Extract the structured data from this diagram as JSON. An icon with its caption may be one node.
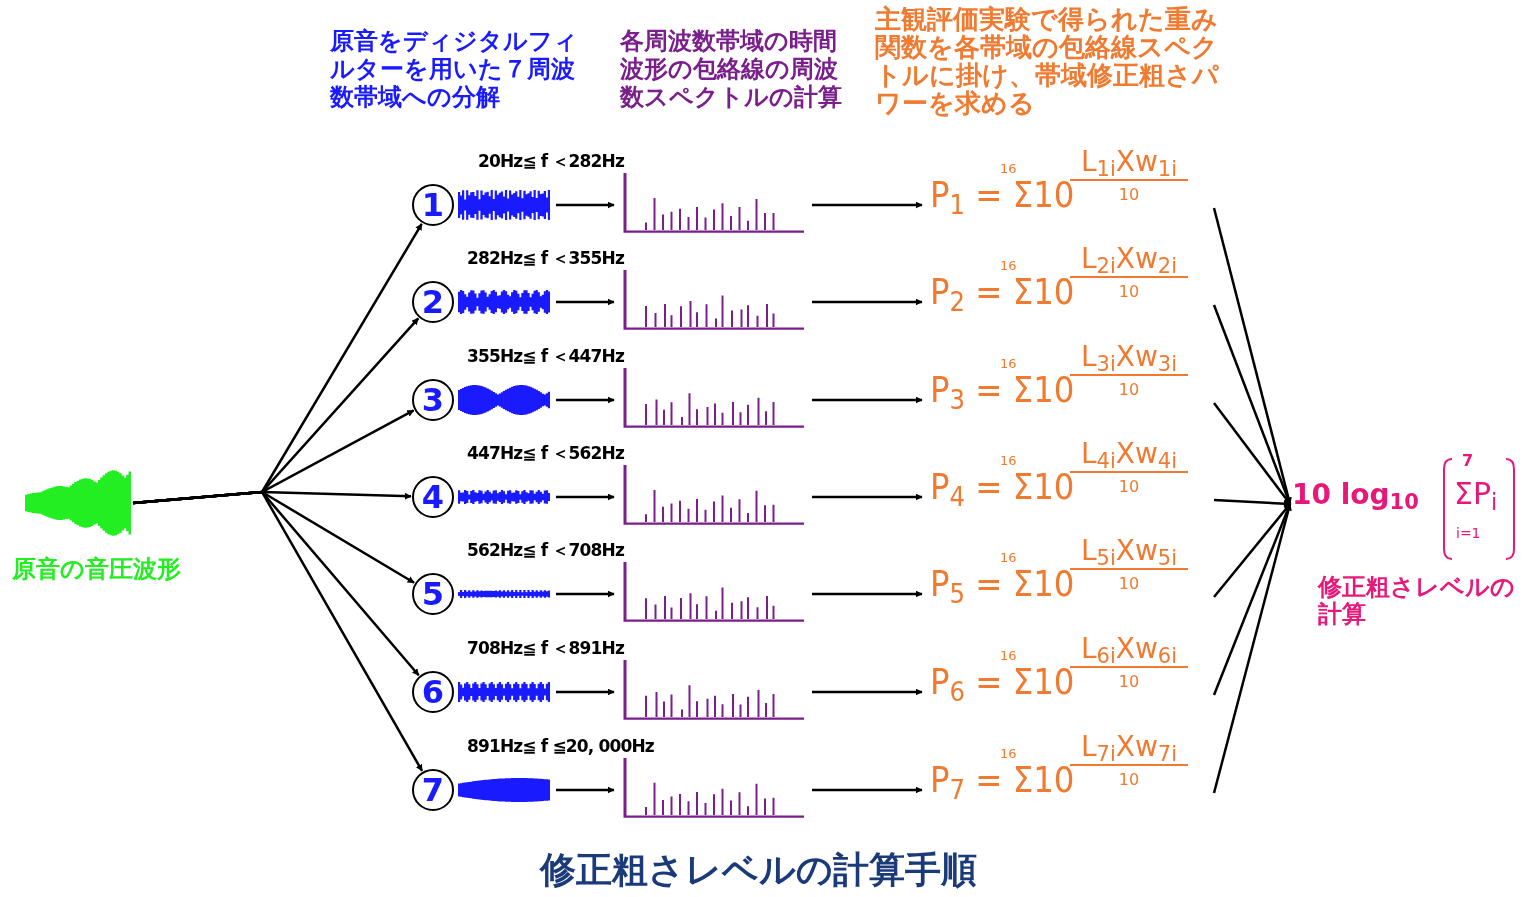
{
  "diagram": {
    "title": "修正粗さレベルの計算手順",
    "nodes": [
      {
        "text": [],
        "shape": "picture",
        "beside": [
          "原音の音圧波形"
        ]
      },
      {
        "text": [
          "1"
        ]
      },
      {
        "text": [],
        "shape": "picture"
      },
      {
        "text": [],
        "shape": "picture"
      },
      {
        "text": [
          "16",
          "P$_{1}$ = Σ10",
          "L$_{1i}$Xw$_{1i}$",
          "10"
        ]
      },
      {
        "text": [
          "2"
        ]
      },
      {
        "text": [],
        "shape": "picture"
      },
      {
        "text": [],
        "shape": "picture"
      },
      {
        "text": [
          "16",
          "P$_{2}$ = Σ10",
          "L$_{2i}$Xw$_{2i}$",
          "10"
        ]
      },
      {
        "text": [
          "3"
        ]
      },
      {
        "text": [],
        "shape": "picture"
      },
      {
        "text": [],
        "shape": "picture"
      },
      {
        "text": [
          "16",
          "P$_{3}$ = Σ10",
          "L$_{3i}$Xw$_{3i}$",
          "10"
        ]
      },
      {
        "text": [
          "4"
        ]
      },
      {
        "text": [],
        "shape": "picture"
      },
      {
        "text": [],
        "shape": "picture"
      },
      {
        "text": [
          "16",
          "P$_{4}$ = Σ10",
          "L$_{4i}$Xw$_{4i}$",
          "10"
        ]
      },
      {
        "text": [
          "5"
        ]
      },
      {
        "text": [],
        "shape": "picture"
      },
      {
        "text": [],
        "shape": "picture"
      },
      {
        "text": [
          "16",
          "P$_{5}$ = Σ10",
          "L$_{5i}$Xw$_{5i}$",
          "10"
        ]
      },
      {
        "text": [
          "6"
        ]
      },
      {
        "text": [],
        "shape": "picture"
      },
      {
        "text": [],
        "shape": "picture"
      },
      {
        "text": [
          "16",
          "P$_{6}$ = Σ10",
          "L$_{6i}$Xw$_{6i}$",
          "10"
        ]
      },
      {
        "text": [
          "7"
        ]
      },
      {
        "text": [],
        "shape": "picture"
      },
      {
        "text": [],
        "shape": "picture"
      },
      {
        "text": [
          "16",
          "P$_{7}$ = Σ10",
          "L$_{7i}$Xw$_{7i}$",
          "10"
        ]
      },
      {
        "text": [
          "7",
          "10 log$_{10}$",
          "ΣP$_{i}$",
          "i=1"
        ],
        "beside": [
          "修正粗さレベルの計算"
        ]
      }
    ],
    "edges": [
      {
        "from": 0,
        "to": 1,
        "arrow": "to"
      },
      {
        "from": 0,
        "to": 5,
        "arrow": "to"
      },
      {
        "from": 0,
        "to": 9,
        "arrow": "to"
      },
      {
        "from": 0,
        "to": 13,
        "arrow": "to"
      },
      {
        "from": 0,
        "to": 17,
        "arrow": "to"
      },
      {
        "from": 0,
        "to": 21,
        "arrow": "to"
      },
      {
        "from": 0,
        "to": 25,
        "arrow": "to"
      },
      {
        "from": 2,
        "to": 3,
        "arrow": "to"
      },
      {
        "from": 6,
        "to": 7,
        "arrow": "to"
      },
      {
        "from": 10,
        "to": 11,
        "arrow": "to"
      },
      {
        "from": 14,
        "to": 15,
        "arrow": "to"
      },
      {
        "from": 18,
        "to": 19,
        "arrow": "to"
      },
      {
        "from": 22,
        "to": 23,
        "arrow": "to"
      },
      {
        "from": 26,
        "to": 27,
        "arrow": "to"
      },
      {
        "from": 3,
        "to": 4,
        "arrow": "to"
      },
      {
        "from": 7,
        "to": 8,
        "arrow": "to"
      },
      {
        "from": 11,
        "to": 12,
        "arrow": "to"
      },
      {
        "from": 15,
        "to": 16,
        "arrow": "to"
      },
      {
        "from": 19,
        "to": 20,
        "arrow": "to"
      },
      {
        "from": 23,
        "to": 24,
        "arrow": "to"
      },
      {
        "from": 27,
        "to": 28,
        "arrow": "to"
      },
      {
        "from": 4,
        "to": 29,
        "arrow": "to"
      },
      {
        "from": 8,
        "to": 29,
        "arrow": "to"
      },
      {
        "from": 12,
        "to": 29,
        "arrow": "to"
      },
      {
        "from": 16,
        "to": 29,
        "arrow": "to"
      },
      {
        "from": 20,
        "to": 29,
        "arrow": "to"
      },
      {
        "from": 24,
        "to": 29,
        "arrow": "to"
      },
      {
        "from": 28,
        "to": 29,
        "arrow": "to"
      }
    ],
    "labels": [
      "原音をディジタルフィルターを用いた７周波数帯域への分解",
      "各周波数帯域の時間波形の包絡線の周波数スペクトルの計算",
      "主観評価実験で得られた重み関数を各帯域の包絡線スペクトルに掛け、帯域修正粗さパワーを求める",
      "20Hz≦ f ＜282Hz",
      "282Hz≦ f ＜355Hz",
      "355Hz≦ f ＜447Hz",
      "447Hz≦ f ＜562Hz",
      "562Hz≦ f ＜708Hz",
      "708Hz≦ f ＜891Hz",
      "891Hz≦ f ≦20, 000Hz"
    ]
  }
}
